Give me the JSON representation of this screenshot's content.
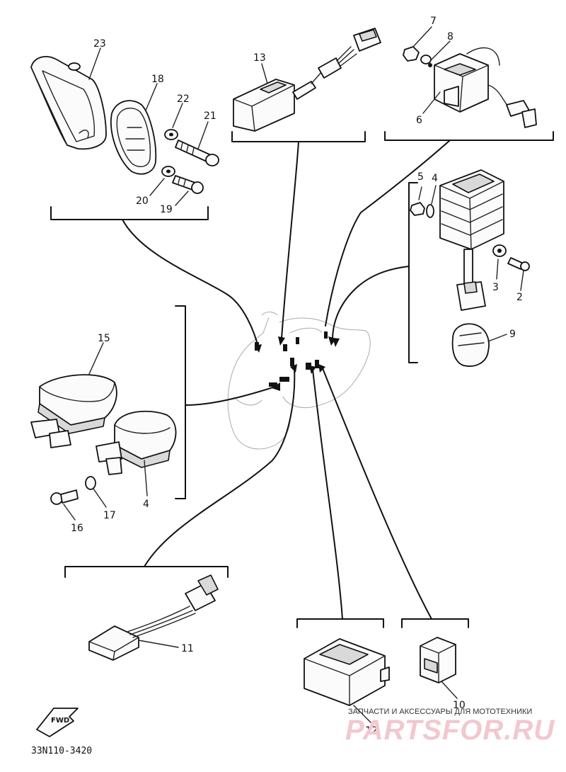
{
  "diagram_code": "33N110-3420",
  "front_arrow_label": "FWD",
  "watermark": {
    "tagline": "ЗАПЧАСТИ И АКСЕССУАРЫ ДЛЯ МОТОТЕХНИКИ",
    "brand": "PARTSFOR.RU"
  },
  "callouts": {
    "p2": "2",
    "p3": "3",
    "p4a": "4",
    "p4b": "4",
    "p5": "5",
    "p6": "6",
    "p7": "7",
    "p8": "8",
    "p9": "9",
    "p10": "10",
    "p11": "11",
    "p12": "12",
    "p13": "13",
    "p15": "15",
    "p16": "16",
    "p17": "17",
    "p18": "18",
    "p19": "19",
    "p20": "20",
    "p21": "21",
    "p22": "22",
    "p23": "23"
  }
}
